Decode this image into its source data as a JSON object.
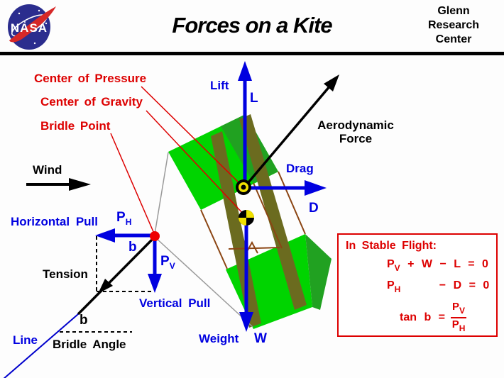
{
  "header": {
    "logo_text": "NASA",
    "title": "Forces on a Kite",
    "org_line1": "Glenn",
    "org_line2": "Research",
    "org_line3": "Center"
  },
  "labels": {
    "center_of_pressure": "Center of Pressure",
    "center_of_gravity": "Center of Gravity",
    "bridle_point": "Bridle Point",
    "wind": "Wind",
    "lift": "Lift",
    "lift_sym": "L",
    "drag": "Drag",
    "drag_sym": "D",
    "aero_line1": "Aerodynamic",
    "aero_line2": "Force",
    "horizontal_pull": "Horizontal Pull",
    "vertical_pull": "Vertical Pull",
    "tension": "Tension",
    "weight": "Weight",
    "weight_sym": "W",
    "line": "Line",
    "bridle_angle": "Bridle Angle",
    "b_upper": "b",
    "b_lower": "b",
    "p": "P",
    "sub_h": "H",
    "sub_v": "V"
  },
  "stable_box": {
    "heading": "In Stable Flight:",
    "eq1_post": "+ W − L = 0",
    "eq2_post": "− D = 0",
    "eq3_pre": "tan b =",
    "zero": "0"
  },
  "colors": {
    "accent_blue": "#0000e0",
    "accent_red": "#dd0000",
    "kite_green": "#00d400",
    "kite_dark_green": "#21a121",
    "stick_olive": "#6b6b1f",
    "frame_brown": "#8b4513"
  }
}
